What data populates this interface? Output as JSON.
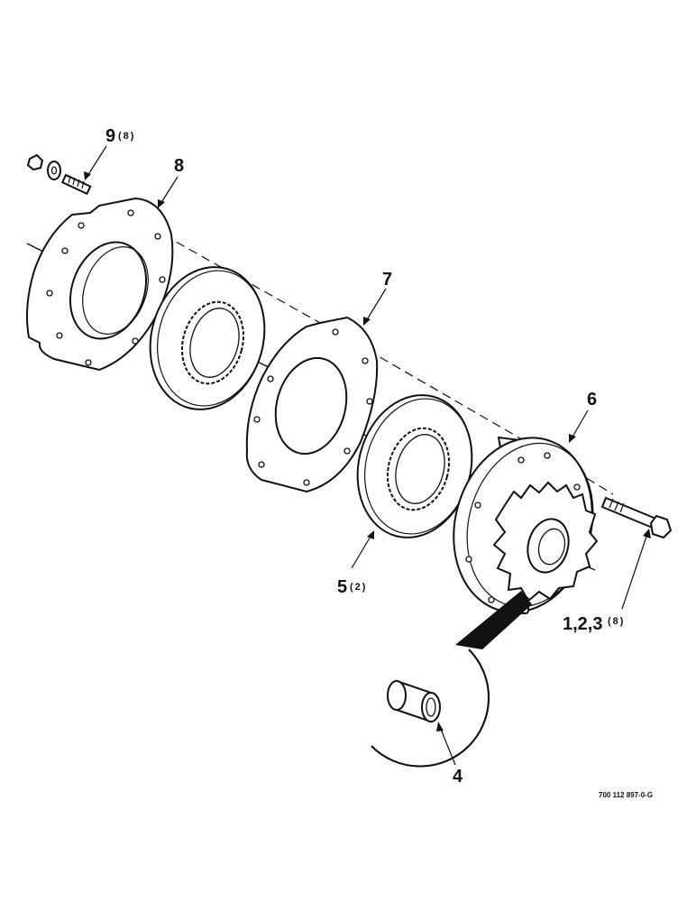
{
  "callouts": {
    "part9": {
      "number": "9",
      "qty": "(8)"
    },
    "part8": {
      "number": "8"
    },
    "part7": {
      "number": "7"
    },
    "part6": {
      "number": "6"
    },
    "part5": {
      "number": "5",
      "qty": "(2)"
    },
    "part123": {
      "number": "1,2,3",
      "qty": "(8)"
    },
    "part4": {
      "number": "4"
    }
  },
  "reference_code": "700 112 897-0-G",
  "colors": {
    "line": "#111111",
    "background": "#ffffff"
  }
}
